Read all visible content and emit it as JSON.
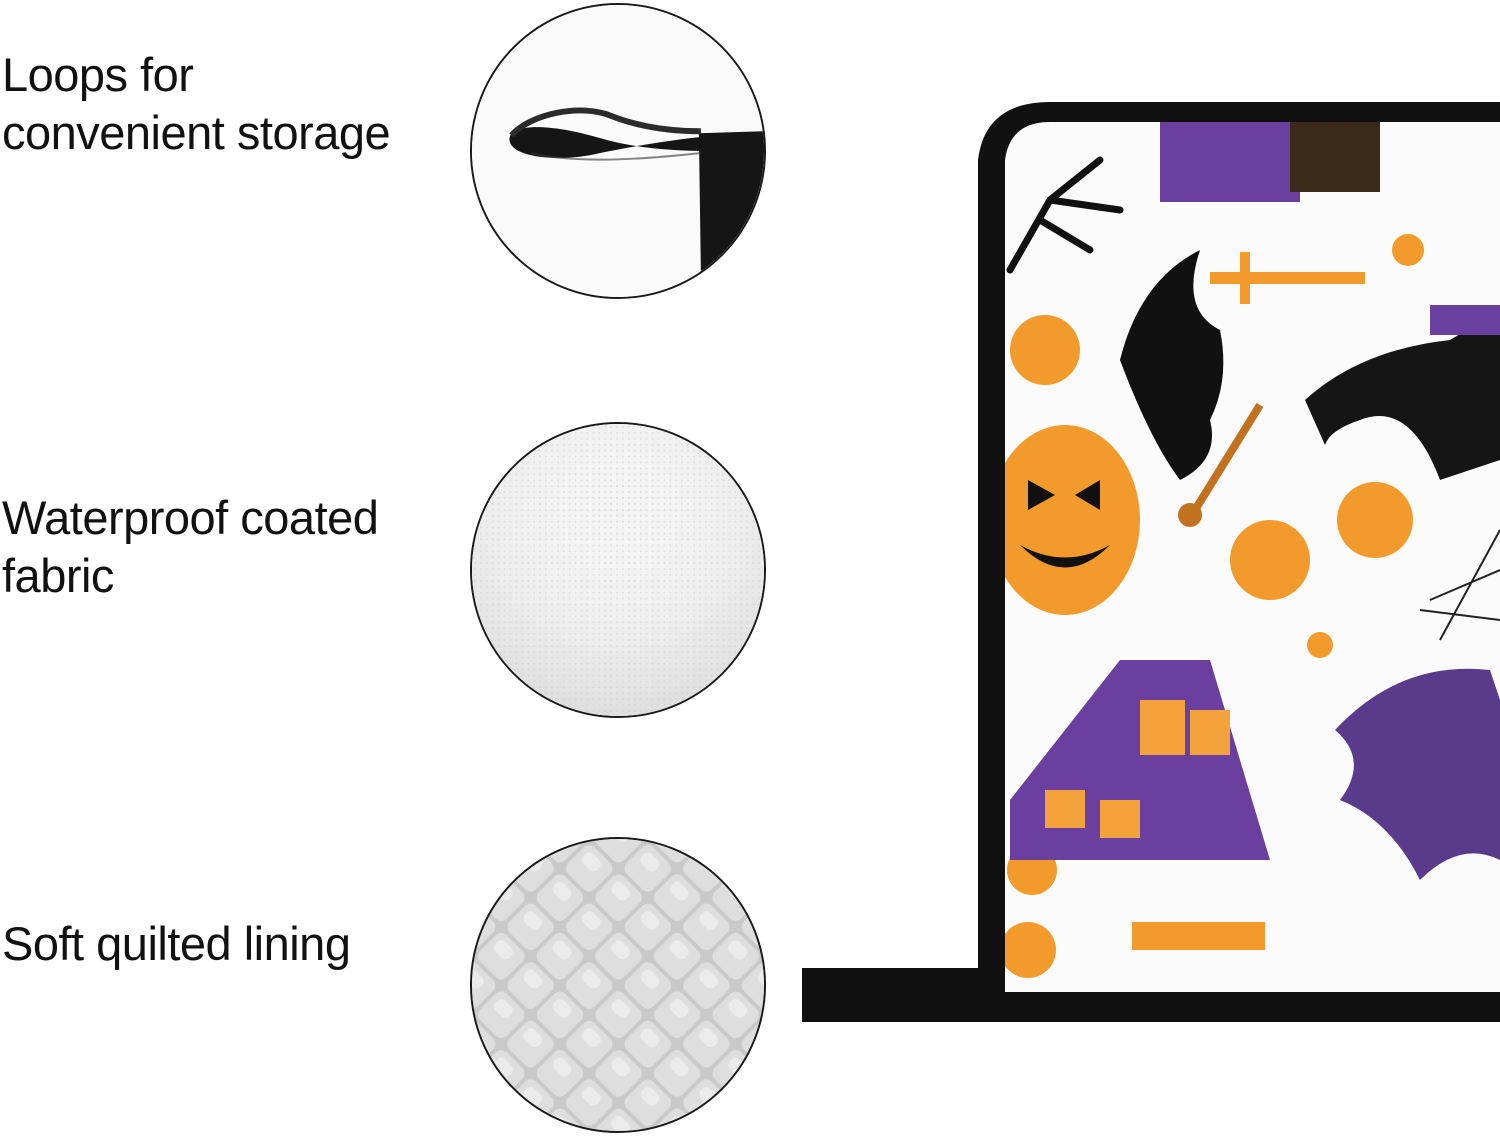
{
  "features": [
    {
      "line1": "Loops for",
      "line2": "convenient storage",
      "icon": "hanging-loop-icon"
    },
    {
      "line1": "Waterproof coated",
      "line2": "fabric",
      "icon": "coated-fabric-icon"
    },
    {
      "line1": "Soft quilted lining",
      "line2": "",
      "icon": "quilted-lining-icon"
    }
  ],
  "product": {
    "pattern": "halloween-print",
    "colors": {
      "orange": "#f39a2c",
      "purple": "#6b3fa0",
      "black": "#0d0d0d",
      "binding": "#111111"
    }
  }
}
